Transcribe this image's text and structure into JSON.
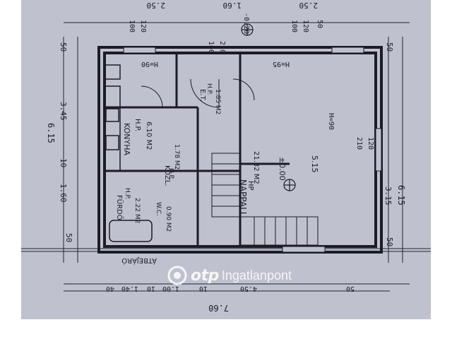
{
  "watermark": {
    "brand": "otp",
    "text": "Ingatlanpont",
    "logo": "otp-logo-icon"
  },
  "dims_top": [
    "2.50",
    "1.60",
    "2.50"
  ],
  "dims_window_top_left": [
    "100",
    "120"
  ],
  "dims_window_top_right": [
    "100",
    "120",
    "50"
  ],
  "dims_door_top": [
    "100",
    "210"
  ],
  "dim_020": "-0.20",
  "sill_left": "H=90",
  "sill_right": "H=95",
  "dims_left_outer": [
    "6.15"
  ],
  "dims_left_inner": [
    "3.45",
    "10",
    "1.60",
    "50",
    "50"
  ],
  "dims_right_outer": [
    "6.15"
  ],
  "dims_right_inner": [
    "3.15",
    "50",
    "50"
  ],
  "right_window": [
    "H=90",
    "210",
    "120"
  ],
  "dims_bottom_inner": [
    "40",
    "1.40",
    "10",
    "1.00",
    "10",
    "4.50",
    "50"
  ],
  "dim_bottom_total": "7.60",
  "rooms": {
    "konyha": {
      "name": "KONYHA",
      "label1": "H.P.",
      "area": "6.10 M2"
    },
    "kozl": {
      "name": "KÖZL.",
      "label1": "H.P.",
      "area": "1.78 M2"
    },
    "wc": {
      "name": "W.C.",
      "area": "0.90 M2"
    },
    "furdo": {
      "name": "FÜRDŐ",
      "label1": "H.P.",
      "area": "2.22 M2"
    },
    "eloszoba": {
      "name": "E.T.",
      "label1": "H.P.",
      "area": "1.85 M2"
    },
    "nappali": {
      "name": "NAPPALI",
      "label1": "HP",
      "area": "21.32 M2",
      "height": "5.15"
    },
    "level": "±0.00"
  },
  "terrace_label": "ÁTBEJÁRÓ"
}
